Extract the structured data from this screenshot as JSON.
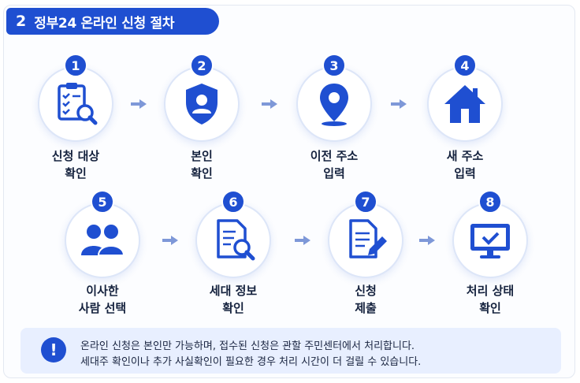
{
  "section": {
    "number": "2",
    "title": "정부24 온라인 신청 절차"
  },
  "steps": [
    {
      "number": "1",
      "label": "신청 대상\n확인",
      "icon": "checklist-search-icon"
    },
    {
      "number": "2",
      "label": "본인\n확인",
      "icon": "shield-user-icon"
    },
    {
      "number": "3",
      "label": "이전 주소\n입력",
      "icon": "map-pin-icon"
    },
    {
      "number": "4",
      "label": "새 주소\n입력",
      "icon": "house-icon"
    },
    {
      "number": "5",
      "label": "이사한\n사람 선택",
      "icon": "people-icon"
    },
    {
      "number": "6",
      "label": "세대 정보\n확인",
      "icon": "document-search-icon"
    },
    {
      "number": "7",
      "label": "신청\n제출",
      "icon": "document-pencil-icon"
    },
    {
      "number": "8",
      "label": "처리 상태\n확인",
      "icon": "monitor-check-icon"
    }
  ],
  "notice": {
    "icon": "exclamation-icon",
    "line1": "온라인 신청은 본인만 가능하며, 접수된 신청은 관할 주민센터에서 처리합니다.",
    "line2": "세대주 확인이나 추가 사실확인이 필요한 경우 처리 시간이 더 걸릴 수 있습니다."
  },
  "colors": {
    "primary": "#1f4fd1",
    "arrow": "#7e98d8",
    "notice_bg": "#e8efff"
  }
}
